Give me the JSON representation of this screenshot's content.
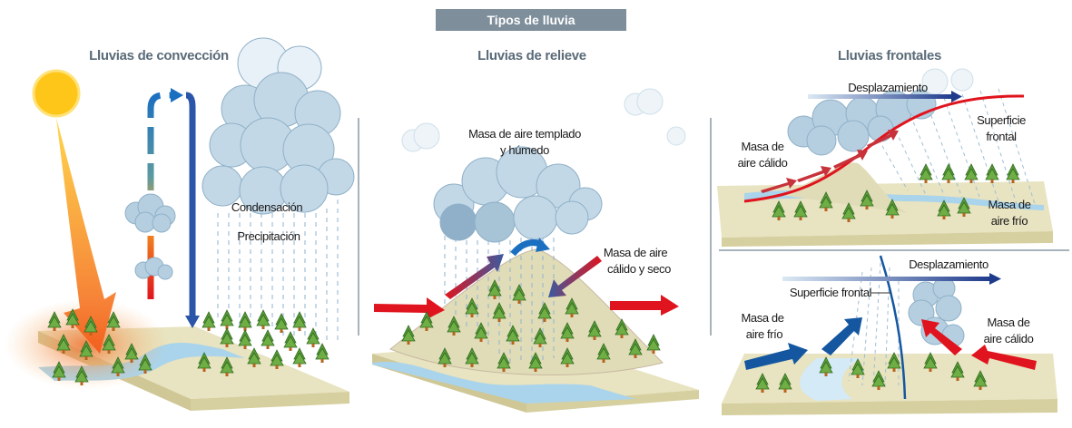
{
  "title": "Tipos de lluvia",
  "panels": {
    "convection": {
      "heading": "Lluvias de convección",
      "condensation": "Condensación",
      "precipitation": "Precipitación"
    },
    "relief": {
      "heading": "Lluvias de relieve",
      "humid_mass_line1": "Masa de aire templado",
      "humid_mass_line2": "y húmedo",
      "dry_mass_line1": "Masa de aire",
      "dry_mass_line2": "cálido y seco"
    },
    "frontal": {
      "heading": "Lluvias frontales",
      "top": {
        "movement": "Desplazamiento",
        "surface_line1": "Superficie",
        "surface_line2": "frontal",
        "warm_line1": "Masa de",
        "warm_line2": "aire cálido",
        "cold_line1": "Masa de",
        "cold_line2": "aire frío"
      },
      "bottom": {
        "movement": "Desplazamiento",
        "surface": "Superficie frontal",
        "cold_line1": "Masa de",
        "cold_line2": "aire frío",
        "warm_line1": "Masa de",
        "warm_line2": "aire cálido"
      }
    }
  },
  "colors": {
    "title_bg": "#7e8e9a",
    "heading": "#5a6b78",
    "warm_arrow": "#e0141e",
    "cold_arrow": "#1457a0",
    "ground": "#e8e3c0",
    "water": "#a9d4ec",
    "cloud": "#b5cfe0",
    "tree": "#5b9a3a"
  }
}
